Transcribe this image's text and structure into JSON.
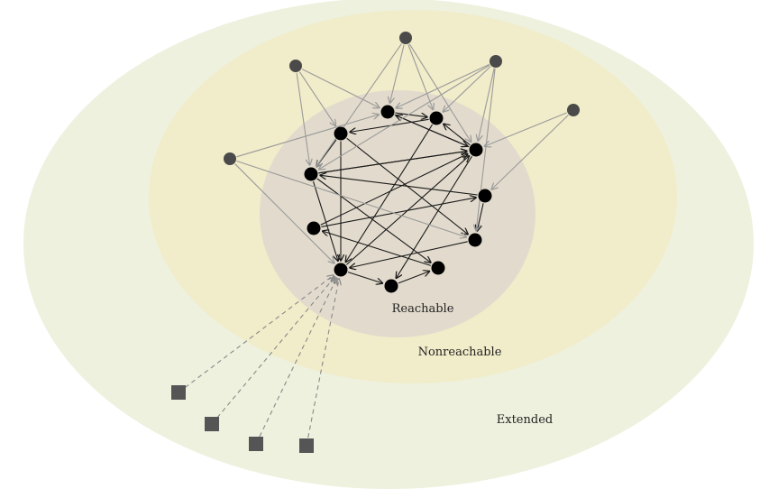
{
  "labels": {
    "reachable": "Reachable",
    "nonreachable": "Nonreachable",
    "extended": "Extended"
  },
  "colors": {
    "extended_fill": "#eef1de",
    "nonreachable_fill": "#f1ecc9",
    "reachable_fill": "#e2dbcd",
    "reachable_node": "#000000",
    "outer_node": "#4a4a4a",
    "extended_node": "#555555",
    "solid_edge": "#1a1a1a",
    "gray_edge": "#9a9a9a",
    "dashed_edge": "#888888"
  },
  "regions": [
    "extended",
    "nonreachable",
    "reachable"
  ],
  "nodes": [
    {
      "id": "r1",
      "group": "reachable"
    },
    {
      "id": "r2",
      "group": "reachable"
    },
    {
      "id": "r3",
      "group": "reachable"
    },
    {
      "id": "r4",
      "group": "reachable"
    },
    {
      "id": "r5",
      "group": "reachable"
    },
    {
      "id": "r6",
      "group": "reachable"
    },
    {
      "id": "r7",
      "group": "reachable"
    },
    {
      "id": "r8",
      "group": "reachable"
    },
    {
      "id": "r9",
      "group": "reachable"
    },
    {
      "id": "r10",
      "group": "reachable"
    },
    {
      "id": "r11",
      "group": "reachable"
    },
    {
      "id": "r12",
      "group": "reachable"
    },
    {
      "id": "n1",
      "group": "nonreachable"
    },
    {
      "id": "n2",
      "group": "nonreachable"
    },
    {
      "id": "n3",
      "group": "nonreachable"
    },
    {
      "id": "n4",
      "group": "nonreachable"
    },
    {
      "id": "n5",
      "group": "nonreachable"
    },
    {
      "id": "e1",
      "group": "extended"
    },
    {
      "id": "e2",
      "group": "extended"
    },
    {
      "id": "e3",
      "group": "extended"
    },
    {
      "id": "e4",
      "group": "extended"
    }
  ],
  "edges": [
    {
      "from": "r1",
      "to": "r4",
      "style": "solid"
    },
    {
      "from": "r4",
      "to": "r5",
      "style": "solid"
    },
    {
      "from": "r5",
      "to": "r2",
      "style": "solid"
    },
    {
      "from": "r2",
      "to": "r3",
      "style": "solid"
    },
    {
      "from": "r3",
      "to": "r1",
      "style": "solid"
    },
    {
      "from": "r1",
      "to": "r10",
      "style": "solid"
    },
    {
      "from": "r1",
      "to": "r12",
      "style": "solid"
    },
    {
      "from": "r5",
      "to": "r3",
      "style": "solid"
    },
    {
      "from": "r6",
      "to": "r12",
      "style": "solid"
    },
    {
      "from": "r12",
      "to": "r11",
      "style": "solid"
    },
    {
      "from": "r11",
      "to": "r10",
      "style": "solid"
    },
    {
      "from": "r10",
      "to": "r9",
      "style": "solid"
    },
    {
      "from": "r9",
      "to": "r8",
      "style": "solid"
    },
    {
      "from": "r8",
      "to": "r7",
      "style": "solid"
    },
    {
      "from": "r7",
      "to": "r6",
      "style": "solid"
    },
    {
      "from": "r6",
      "to": "r4",
      "style": "solid"
    },
    {
      "from": "r4",
      "to": "r11",
      "style": "solid"
    },
    {
      "from": "r3",
      "to": "r11",
      "style": "solid"
    },
    {
      "from": "r4",
      "to": "r8",
      "style": "solid"
    },
    {
      "from": "r5",
      "to": "r9",
      "style": "solid"
    },
    {
      "from": "r4",
      "to": "r5",
      "style": "solid"
    },
    {
      "from": "r10",
      "to": "r5",
      "style": "solid"
    },
    {
      "from": "r2",
      "to": "r5",
      "style": "solid"
    },
    {
      "from": "r7",
      "to": "r5",
      "style": "solid"
    },
    {
      "from": "n1",
      "to": "r2",
      "style": "gray"
    },
    {
      "from": "n1",
      "to": "r3",
      "style": "gray"
    },
    {
      "from": "n1",
      "to": "r4",
      "style": "gray"
    },
    {
      "from": "n1",
      "to": "r5",
      "style": "gray"
    },
    {
      "from": "n2",
      "to": "r1",
      "style": "gray"
    },
    {
      "from": "n2",
      "to": "r2",
      "style": "gray"
    },
    {
      "from": "n2",
      "to": "r4",
      "style": "gray"
    },
    {
      "from": "n3",
      "to": "r3",
      "style": "gray"
    },
    {
      "from": "n3",
      "to": "r12",
      "style": "gray"
    },
    {
      "from": "n3",
      "to": "r2",
      "style": "gray"
    },
    {
      "from": "n3",
      "to": "r4",
      "style": "gray"
    },
    {
      "from": "n3",
      "to": "r5",
      "style": "gray"
    },
    {
      "from": "n4",
      "to": "r11",
      "style": "gray"
    },
    {
      "from": "n4",
      "to": "r12",
      "style": "gray"
    },
    {
      "from": "n4",
      "to": "r2",
      "style": "gray"
    },
    {
      "from": "n5",
      "to": "r6",
      "style": "gray"
    },
    {
      "from": "n5",
      "to": "r5",
      "style": "gray"
    },
    {
      "from": "e1",
      "to": "r11",
      "style": "dashed"
    },
    {
      "from": "e2",
      "to": "r11",
      "style": "dashed"
    },
    {
      "from": "e3",
      "to": "r11",
      "style": "dashed"
    },
    {
      "from": "e4",
      "to": "r11",
      "style": "dashed"
    }
  ]
}
